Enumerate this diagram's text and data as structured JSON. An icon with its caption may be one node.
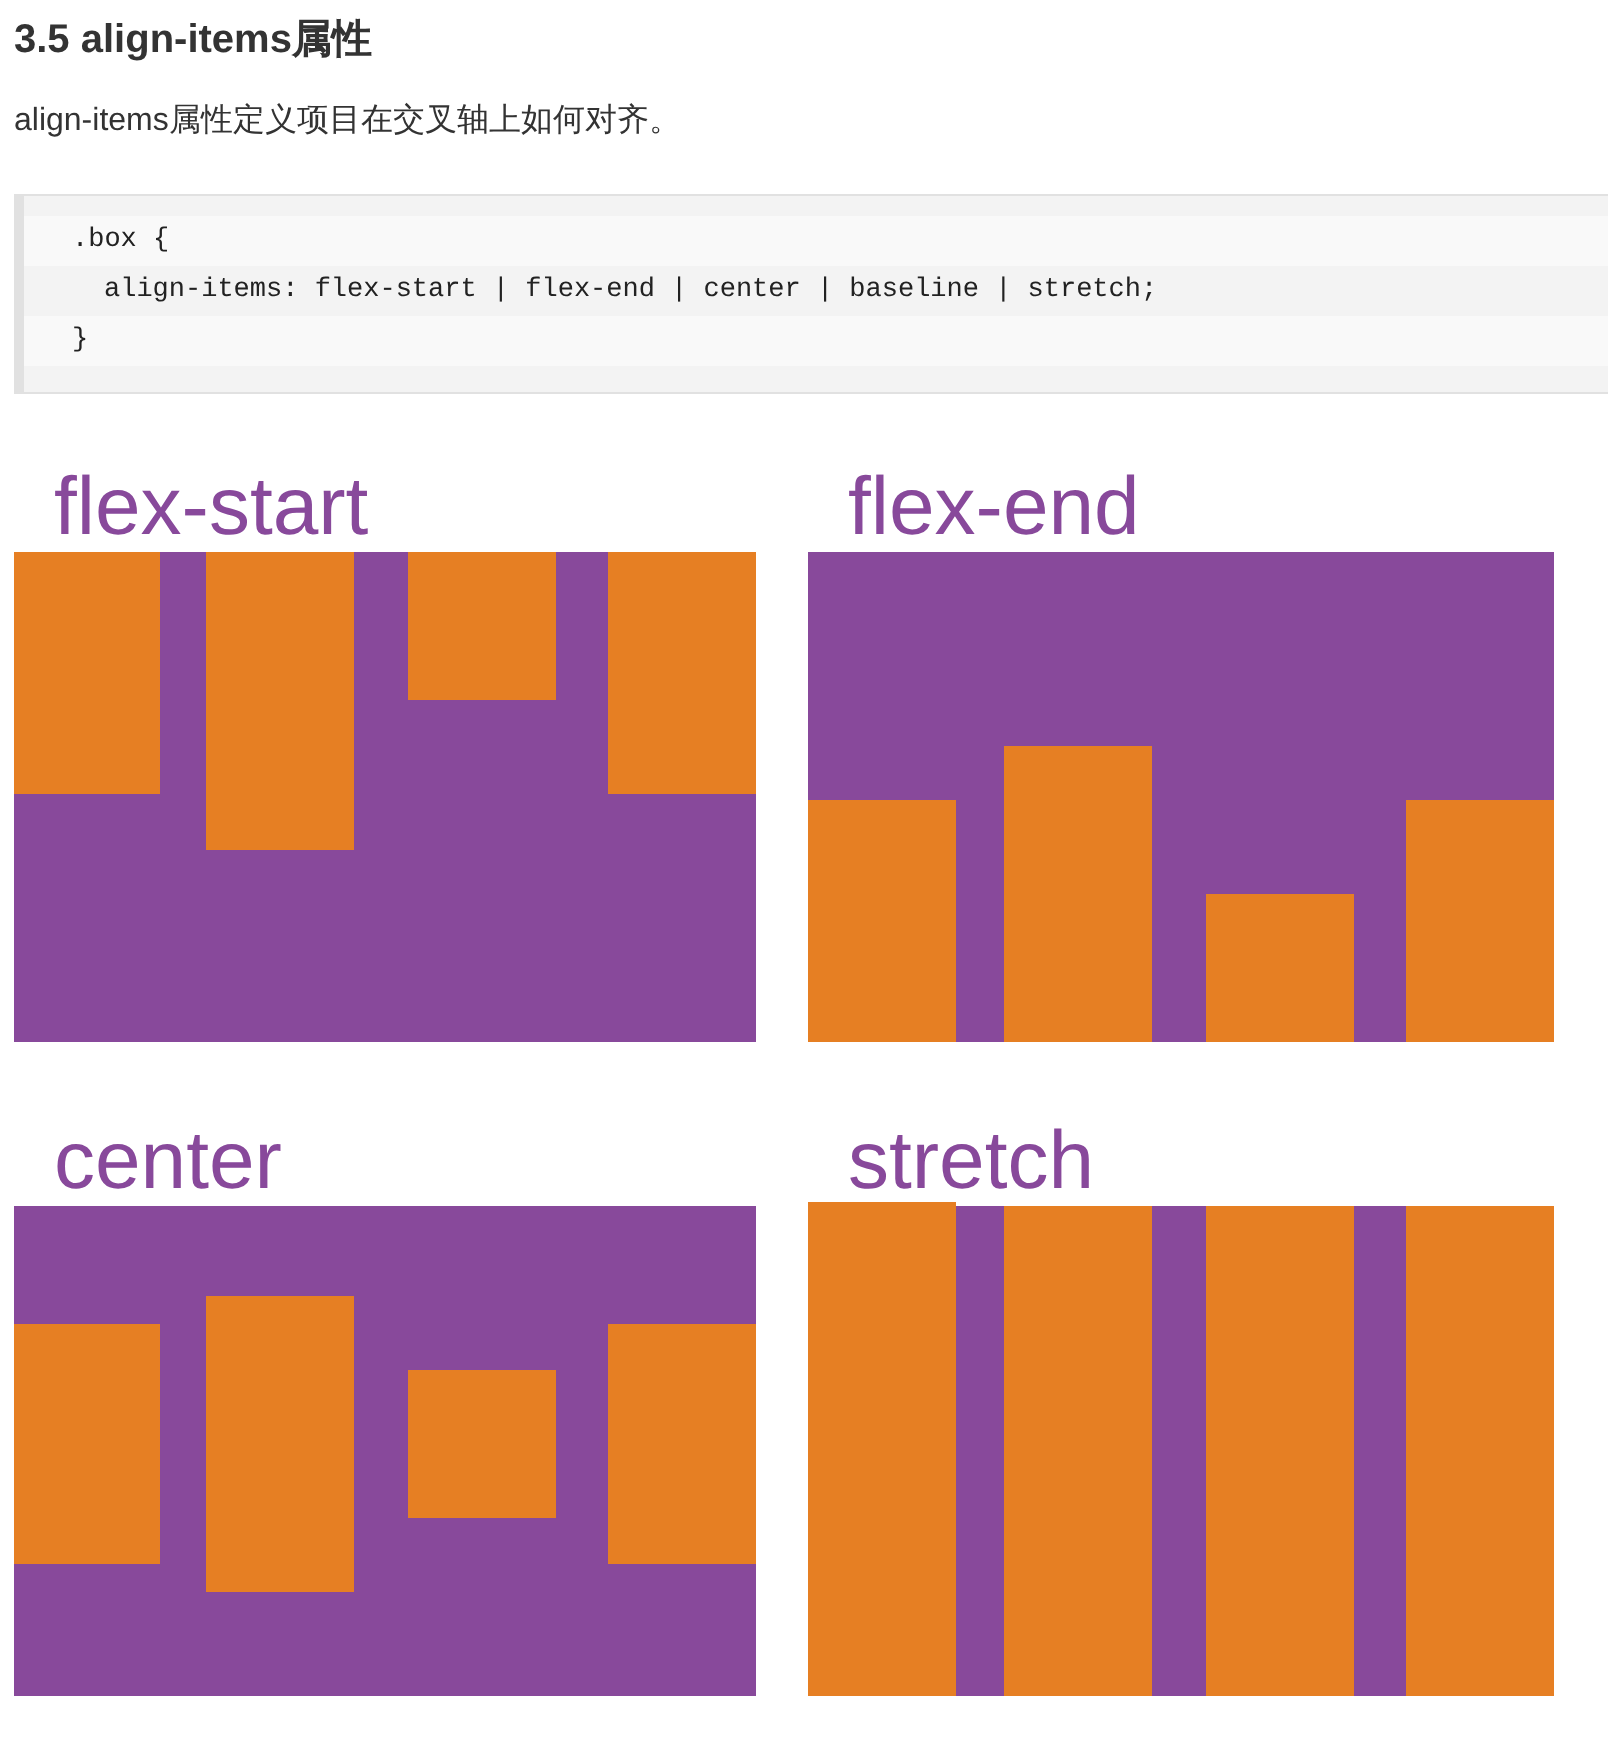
{
  "diagram": {
    "title": "3.5 align-items属性",
    "nodes": [
      {
        "text": [
          "flex-start"
        ]
      },
      {
        "text": [],
        "shape": "box",
        "in": 0
      },
      {
        "text": [],
        "shape": "box",
        "in": 0
      },
      {
        "text": [],
        "shape": "box",
        "in": 0
      },
      {
        "text": [],
        "shape": "box",
        "in": 0
      },
      {
        "text": [
          "flex-end"
        ]
      },
      {
        "text": [],
        "shape": "box",
        "in": 5
      },
      {
        "text": [],
        "shape": "box",
        "in": 5
      },
      {
        "text": [],
        "shape": "box",
        "in": 5
      },
      {
        "text": [],
        "shape": "box",
        "in": 5
      },
      {
        "text": [
          "center"
        ]
      },
      {
        "text": [],
        "shape": "box",
        "in": 10
      },
      {
        "text": [],
        "shape": "box",
        "in": 10
      },
      {
        "text": [],
        "shape": "box",
        "in": 10
      },
      {
        "text": [],
        "shape": "box",
        "in": 10
      },
      {
        "text": [
          "stretch"
        ]
      },
      {
        "text": [],
        "shape": "box",
        "in": 15
      },
      {
        "text": [],
        "shape": "box",
        "in": 15
      },
      {
        "text": [],
        "shape": "box",
        "in": 15
      },
      {
        "text": [],
        "shape": "box",
        "in": 15
      }
    ],
    "labels": [
      "align-items属性定义项目在交叉轴上如何对齐。",
      ".box {",
      "align-items: flex-start | flex-end | center | baseline | stretch;",
      "}"
    ]
  }
}
